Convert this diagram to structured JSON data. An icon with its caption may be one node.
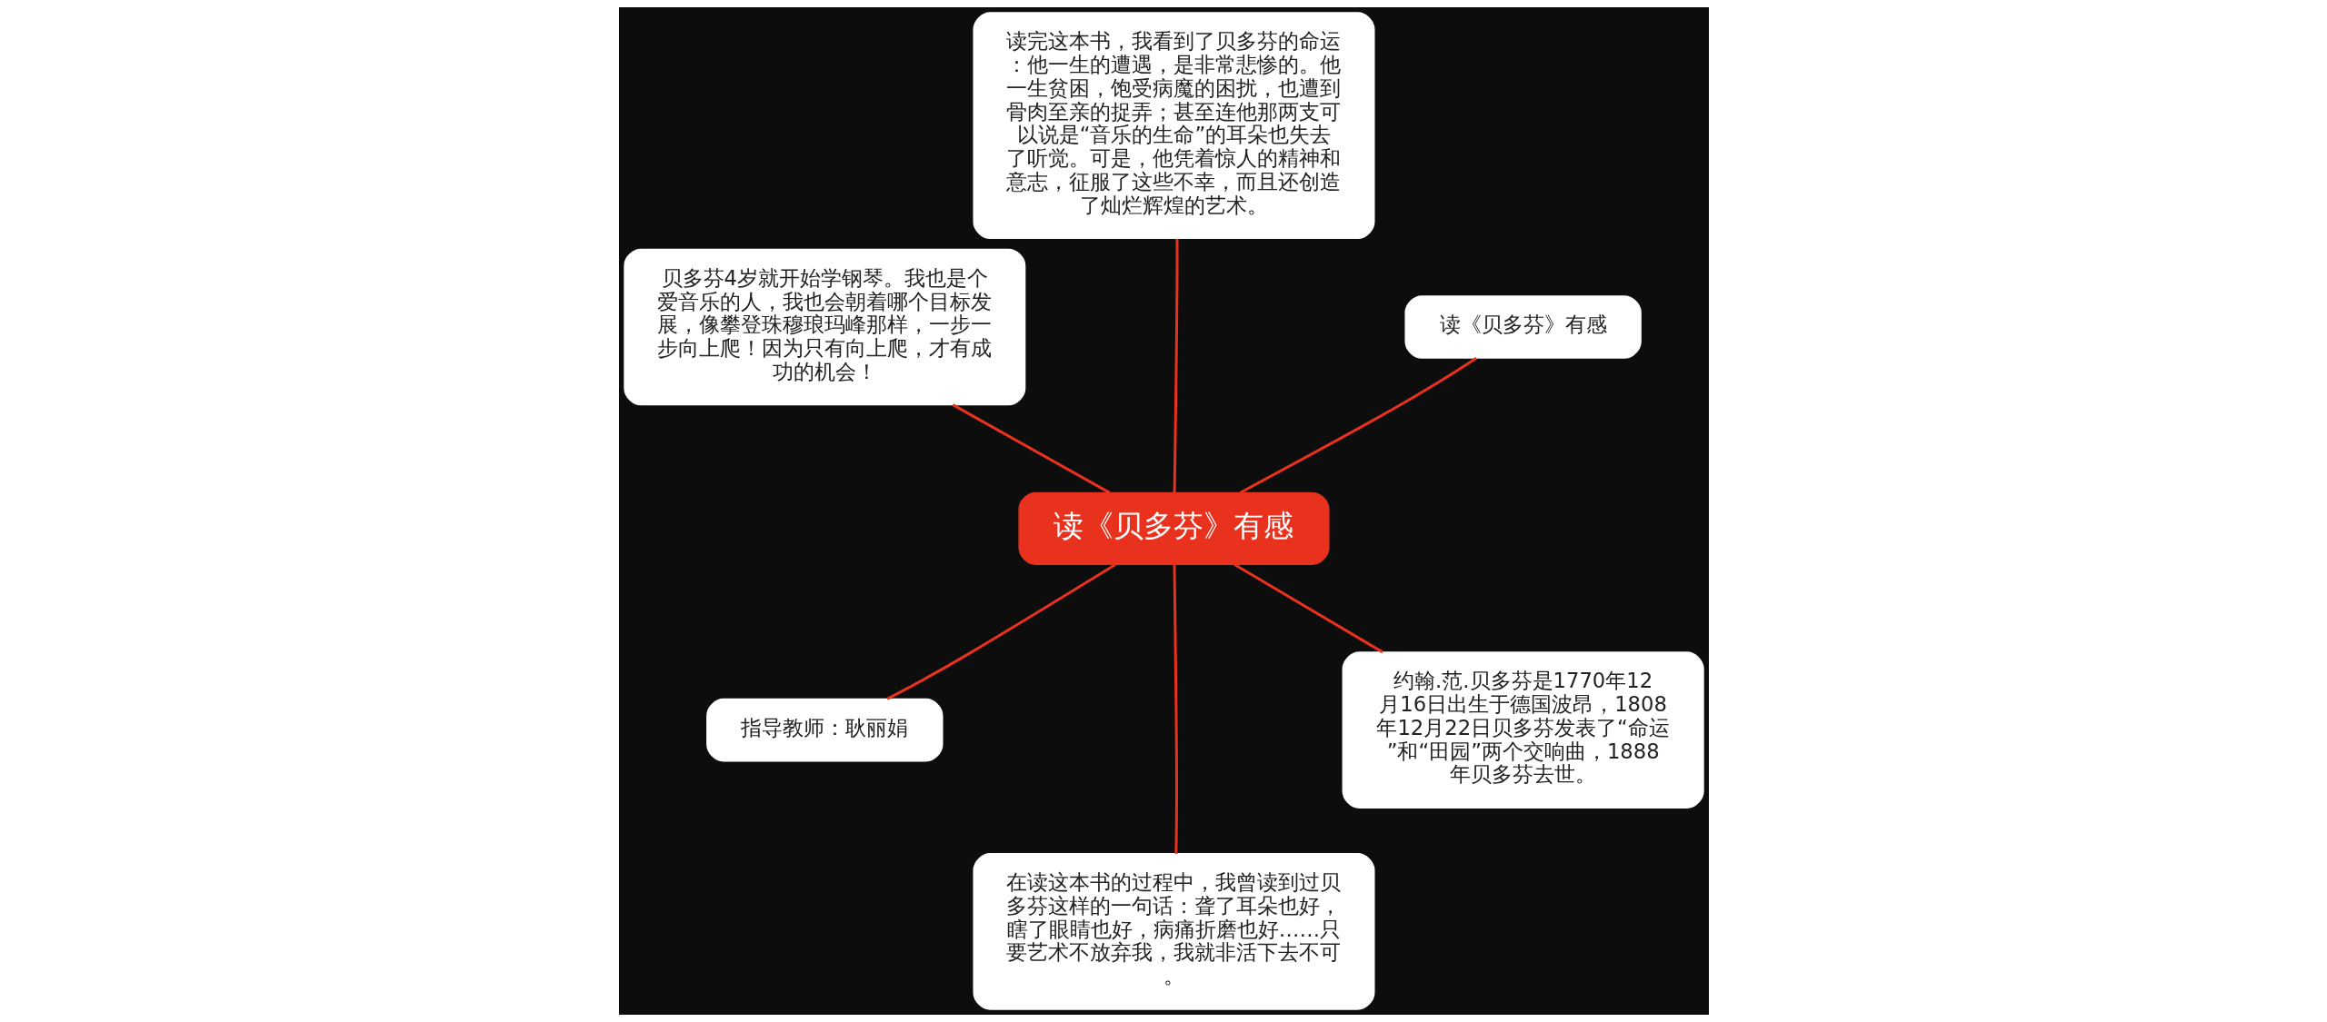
{
  "diagram": {
    "nodes": [
      {
        "text": [
          "读《贝多芬》有感"
        ]
      },
      {
        "text": [
          "读《贝多芬》有感"
        ]
      },
      {
        "text": [
          "读完这本书，我看到了贝多芬的命运：他一生的遭遇，是非常悲惨的。他一生贫困，饱受病魔的困扰，也遭到骨肉至亲的捉弄；甚至连他那两支可以说是“音乐的生命”的耳朵也失去了听觉。可是，他凭着惊人的精神和意志，征服了这些不幸，而且还创造了灿烂辉煌的艺术。"
        ]
      },
      {
        "text": [
          "贝多芬4岁就开始学钢琴。我也是个爱音乐的人，我也会朝着哪个目标发展，像攀登珠穆琅玛峰那样，一步一步向上爬！因为只有向上爬，才有成功的机会！"
        ]
      },
      {
        "text": [
          "指导教师：耿丽娟"
        ]
      },
      {
        "text": [
          "在读这本书的过程中，我曾读到过贝多芬这样的一句话：聋了耳朵也好，瞎了眼睛也好，病痛折磨也好……只要艺术不放弃我，我就非活下去不可。"
        ]
      },
      {
        "text": [
          "约翰.范.贝多芬是1770年12月16日出生于德国波昂，1808年12月22日贝多芬发表了“命运”和“田园”两个交响曲，1888年贝多芬去世。"
        ]
      }
    ],
    "edges": [
      {
        "from": 0,
        "to": 1,
        "arrow": "none"
      },
      {
        "from": 0,
        "to": 2,
        "arrow": "none"
      },
      {
        "from": 0,
        "to": 3,
        "arrow": "none"
      },
      {
        "from": 0,
        "to": 4,
        "arrow": "none"
      },
      {
        "from": 0,
        "to": 5,
        "arrow": "none"
      },
      {
        "from": 0,
        "to": 6,
        "arrow": "none"
      }
    ]
  }
}
